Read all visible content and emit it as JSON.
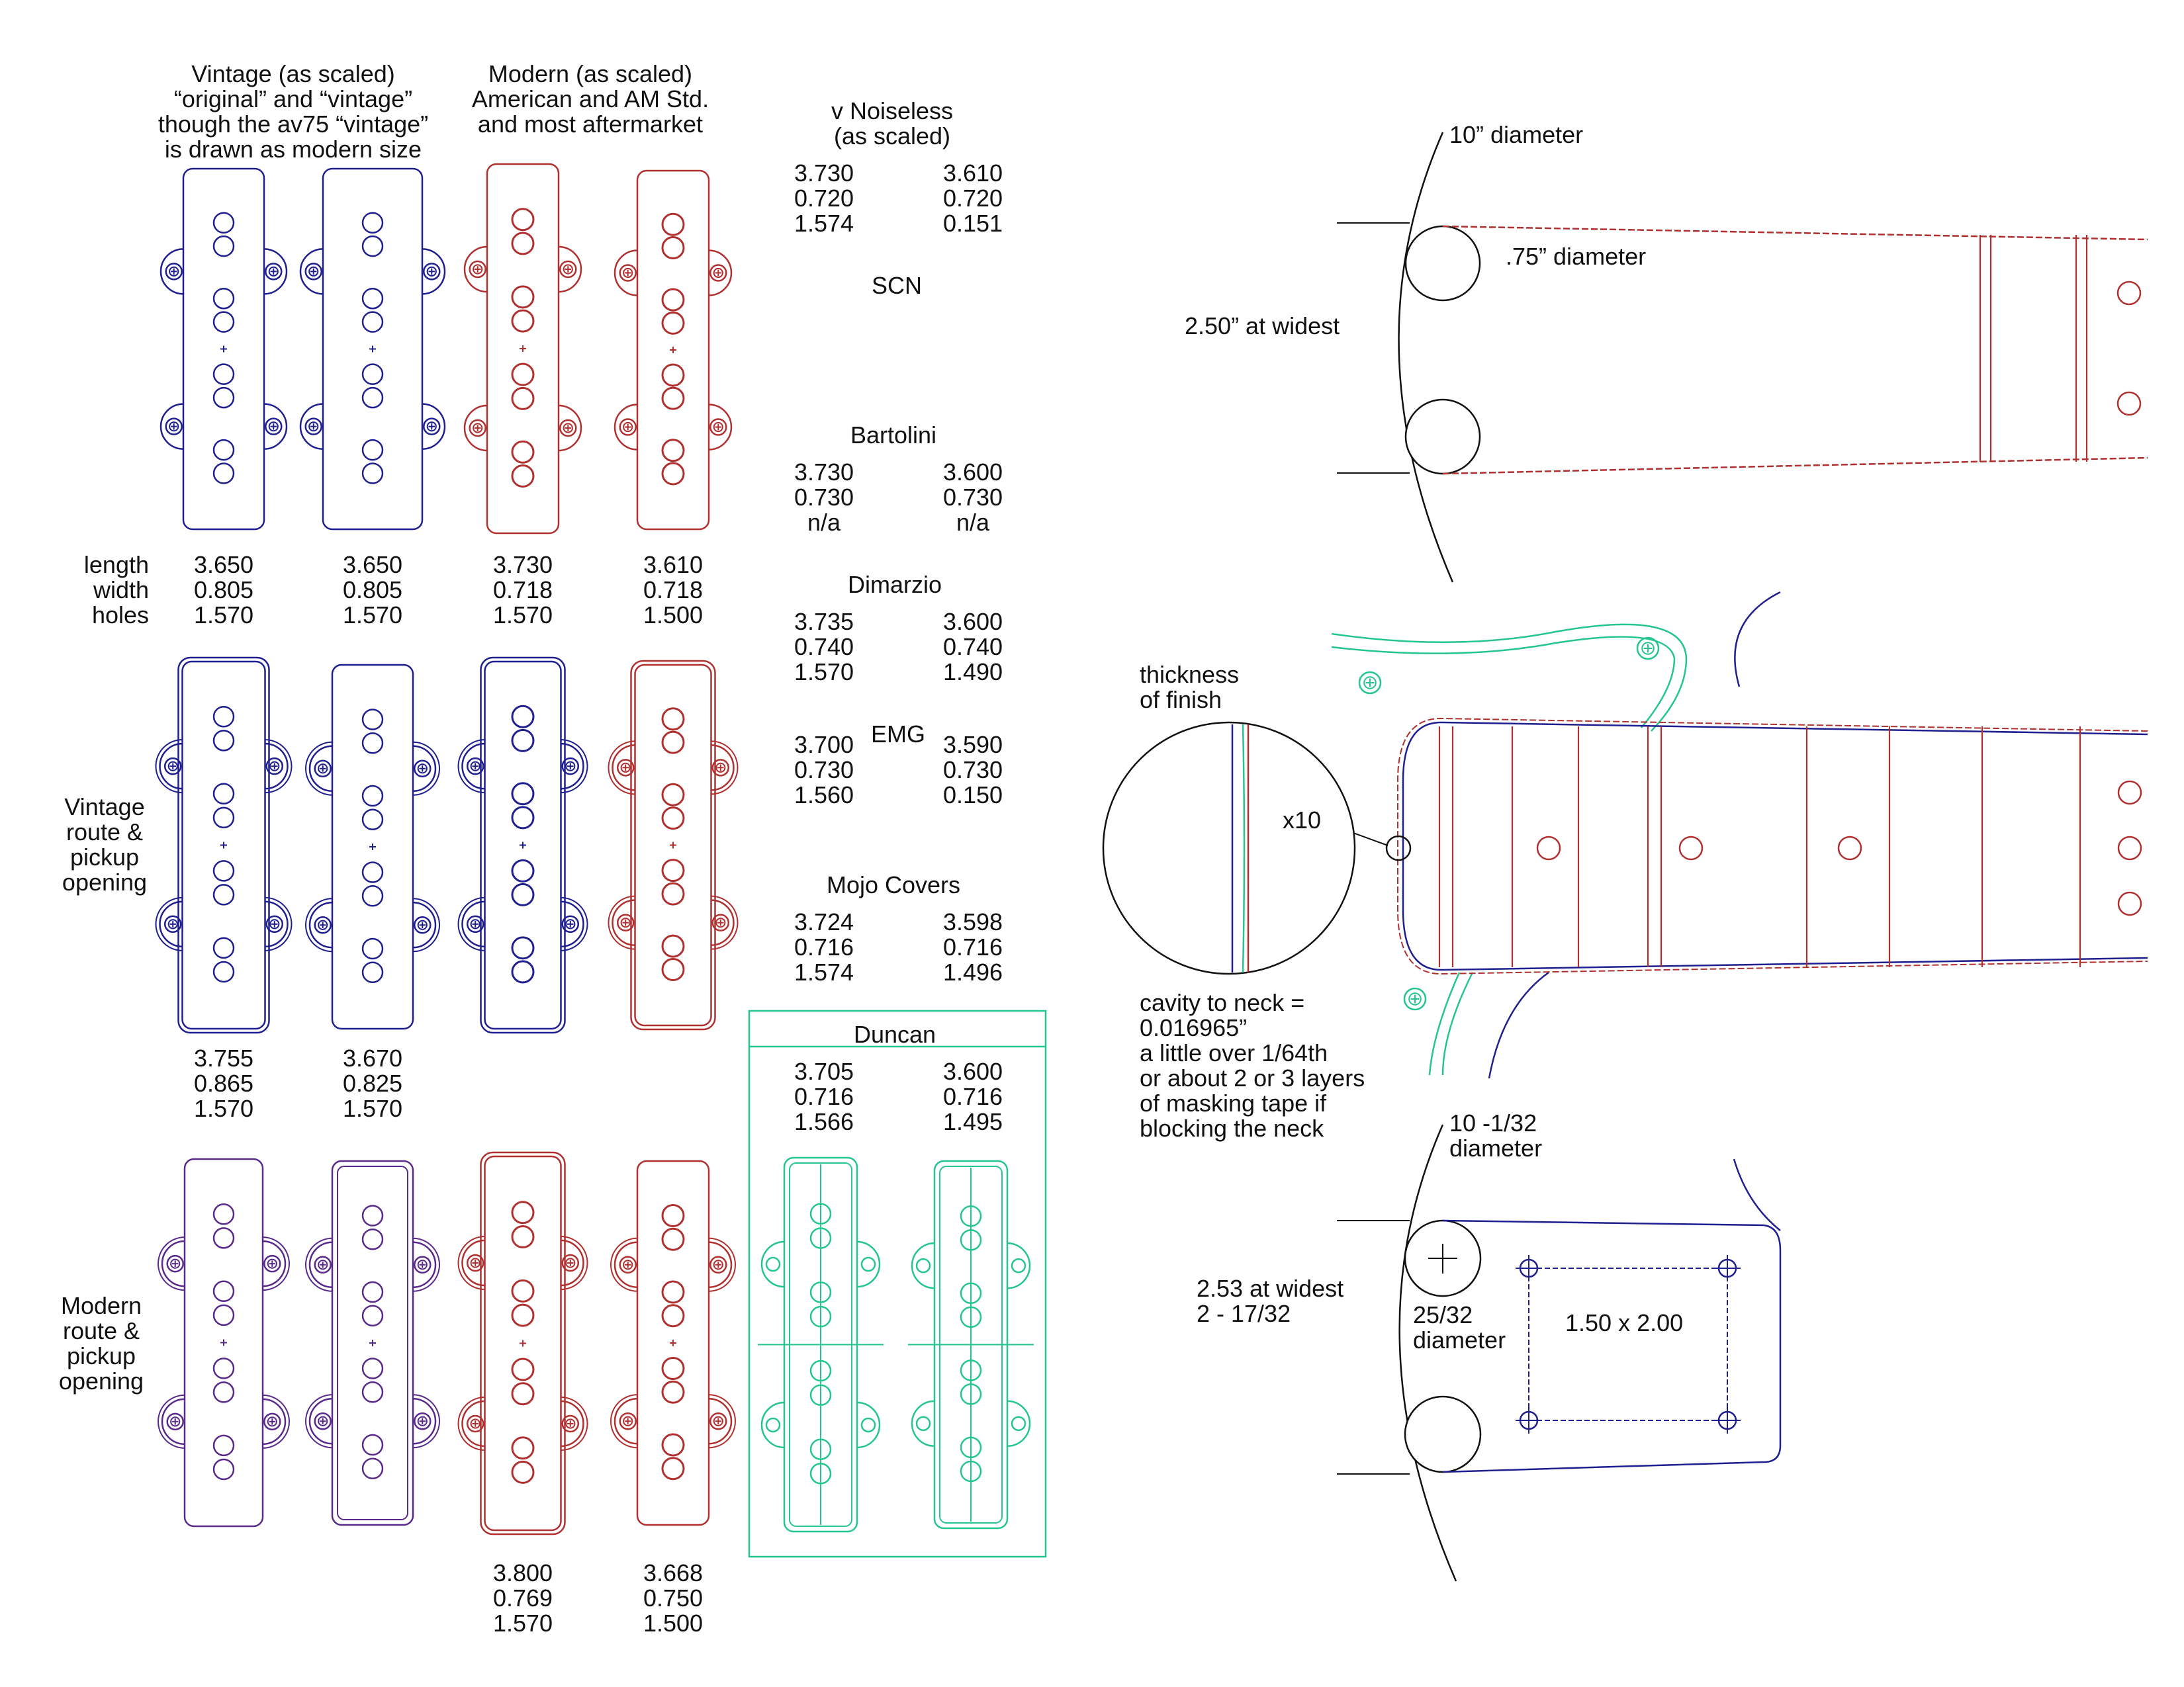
{
  "colors": {
    "blue": "#1f1f8f",
    "red": "#b03030",
    "purple": "#5a2a8a",
    "green": "#25c590",
    "text": "#111111"
  },
  "headers": {
    "vintage": [
      "Vintage (as scaled)",
      "“original” and “vintage”",
      "though the av75 “vintage”",
      "is drawn as modern size"
    ],
    "modern": [
      "Modern (as scaled)",
      "American and AM Std.",
      "and most aftermarket"
    ],
    "noiseless": [
      "v Noiseless",
      "(as scaled)"
    ]
  },
  "row_labels": {
    "dims": [
      "length",
      "width",
      "holes"
    ],
    "vintage_route": [
      "Vintage",
      "route &",
      "pickup",
      "opening"
    ],
    "modern_route": [
      "Modern",
      "route &",
      "pickup",
      "opening"
    ]
  },
  "pickup_specs": {
    "row1": [
      [
        "3.650",
        "0.805",
        "1.570"
      ],
      [
        "3.650",
        "0.805",
        "1.570"
      ],
      [
        "3.730",
        "0.718",
        "1.570"
      ],
      [
        "3.610",
        "0.718",
        "1.500"
      ]
    ],
    "row2": [
      [
        "3.755",
        "0.865",
        "1.570"
      ],
      [
        "3.670",
        "0.825",
        "1.570"
      ]
    ],
    "row3": [
      [
        "3.800",
        "0.769",
        "1.570"
      ],
      [
        "3.668",
        "0.750",
        "1.500"
      ]
    ]
  },
  "brands": [
    {
      "name": "",
      "left": [
        "3.730",
        "0.720",
        "1.574"
      ],
      "right": [
        "3.610",
        "0.720",
        "0.151"
      ]
    },
    {
      "name": "SCN",
      "left": [],
      "right": []
    },
    {
      "name": "Bartolini",
      "left": [
        "3.730",
        "0.730",
        "n/a"
      ],
      "right": [
        "3.600",
        "0.730",
        "n/a"
      ]
    },
    {
      "name": "Dimarzio",
      "left": [
        "3.735",
        "0.740",
        "1.570"
      ],
      "right": [
        "3.600",
        "0.740",
        "1.490"
      ]
    },
    {
      "name": "EMG",
      "left": [
        "3.700",
        "0.730",
        "1.560"
      ],
      "right": [
        "3.590",
        "0.730",
        "0.150"
      ]
    },
    {
      "name": "Mojo Covers",
      "left": [
        "3.724",
        "0.716",
        "1.574"
      ],
      "right": [
        "3.598",
        "0.716",
        "1.496"
      ]
    },
    {
      "name": "Duncan",
      "left": [
        "3.705",
        "0.716",
        "1.566"
      ],
      "right": [
        "3.600",
        "0.716",
        "1.495"
      ]
    }
  ],
  "neck": {
    "top_diameter": "10” diameter",
    "hole_diameter": ".75” diameter",
    "top_widest": "2.50” at widest",
    "thickness": [
      "thickness",
      "of finish"
    ],
    "magnify": "x10",
    "cavity_note": [
      "cavity to neck =",
      "0.016965”",
      "a little over 1/64th",
      "or about 2 or 3 layers",
      "of masking tape if",
      "blocking the neck"
    ],
    "bottom_diameter": [
      "10 -1/32",
      "diameter"
    ],
    "bottom_widest": [
      "2.53 at widest",
      "2 - 17/32"
    ],
    "small_diameter": [
      "25/32",
      "diameter"
    ],
    "plate_size": "1.50 x 2.00"
  }
}
